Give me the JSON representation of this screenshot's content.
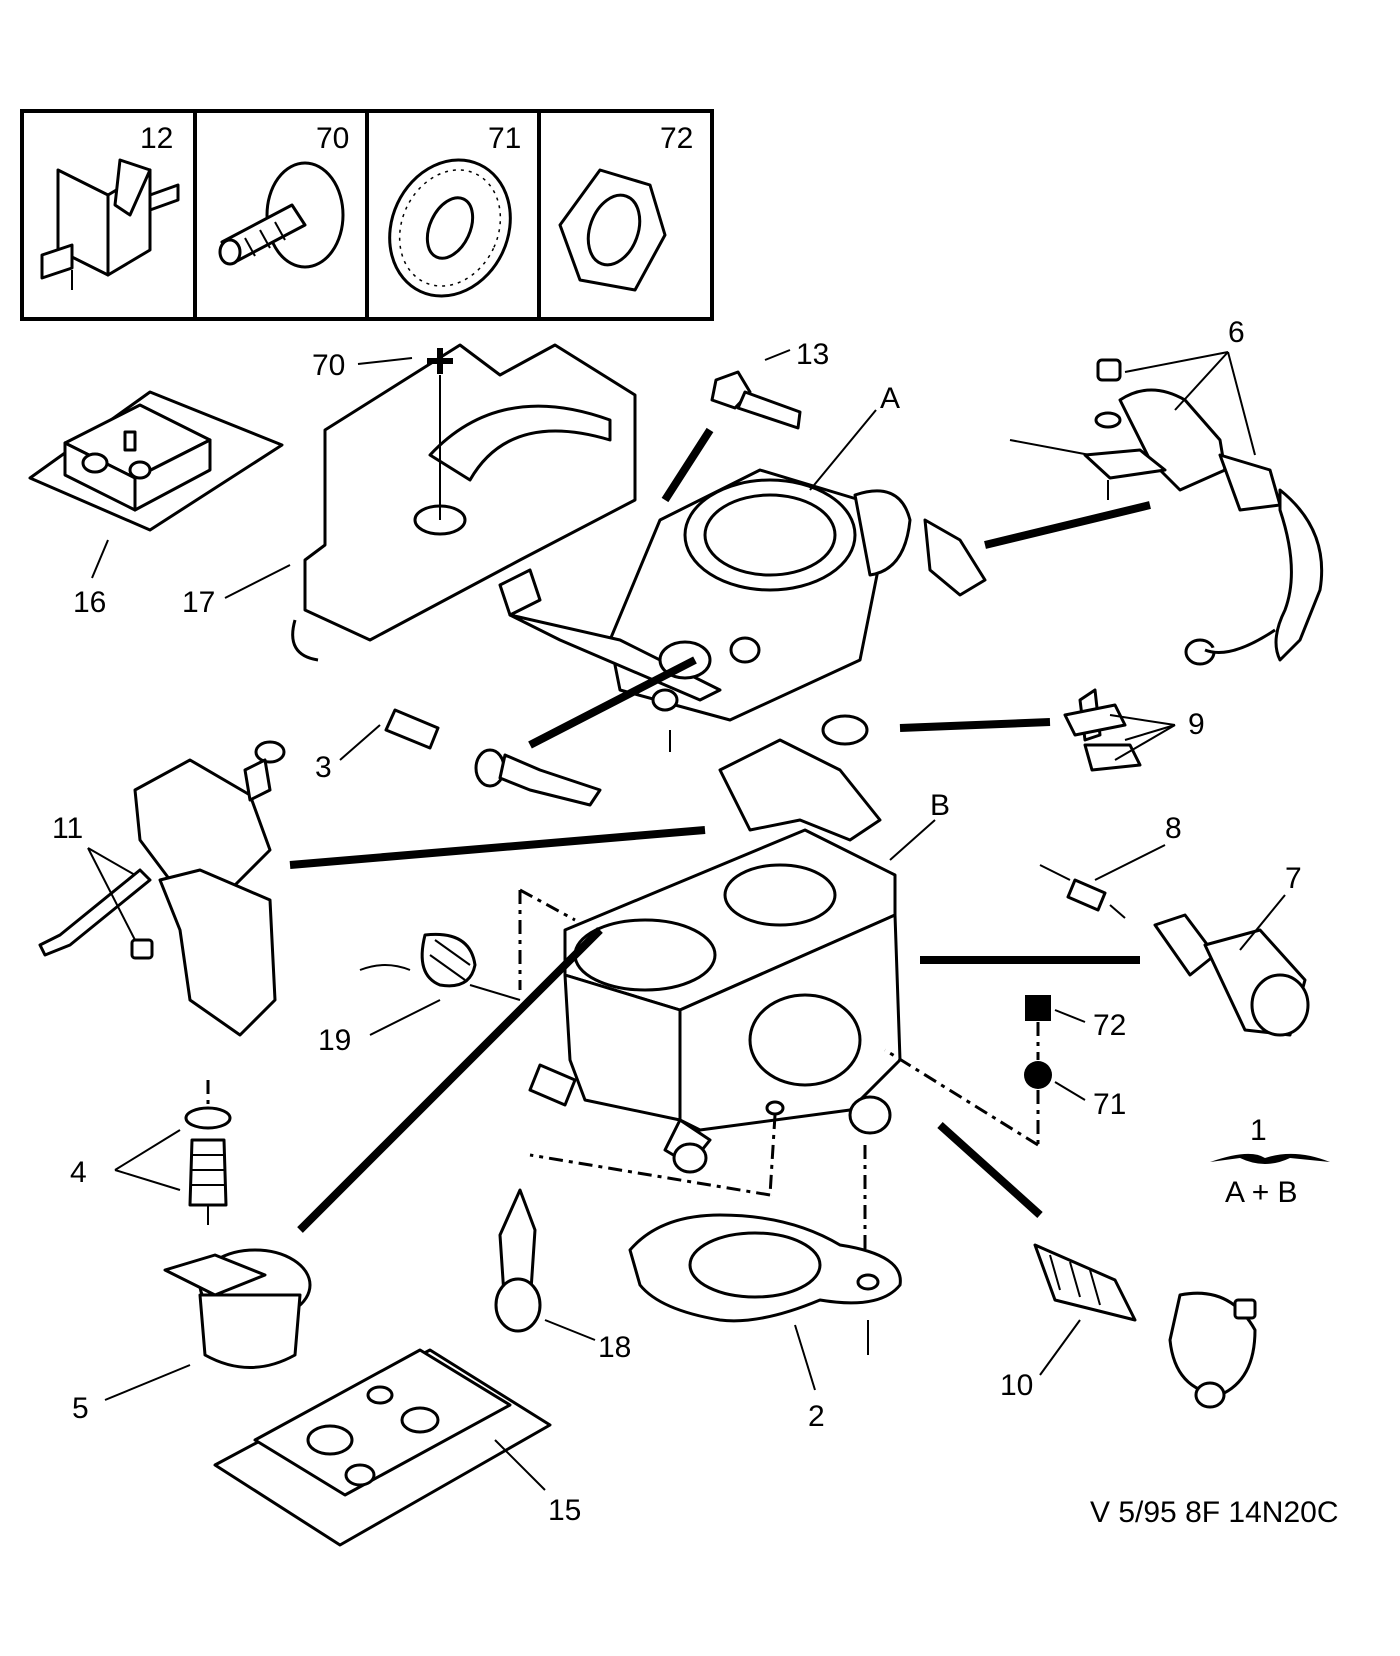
{
  "inset_labels": [
    "12",
    "70",
    "71",
    "72"
  ],
  "callouts": {
    "c70": "70",
    "c13": "13",
    "cA": "A",
    "c6": "6",
    "c16": "16",
    "c17": "17",
    "c3": "3",
    "c9": "9",
    "c11": "11",
    "cB": "B",
    "c8": "8",
    "c7": "7",
    "c19": "19",
    "c72": "72",
    "c71": "71",
    "c4": "4",
    "c1": "1",
    "cAB": "A + B",
    "c18": "18",
    "c5": "5",
    "c2": "2",
    "c10": "10",
    "c15": "15"
  },
  "reference_code": "V 5/95 8F 14N20C",
  "icons": {
    "square_marker": "filled-square-icon",
    "circle_marker": "filled-circle-icon",
    "cross_marker": "plus-icon"
  }
}
